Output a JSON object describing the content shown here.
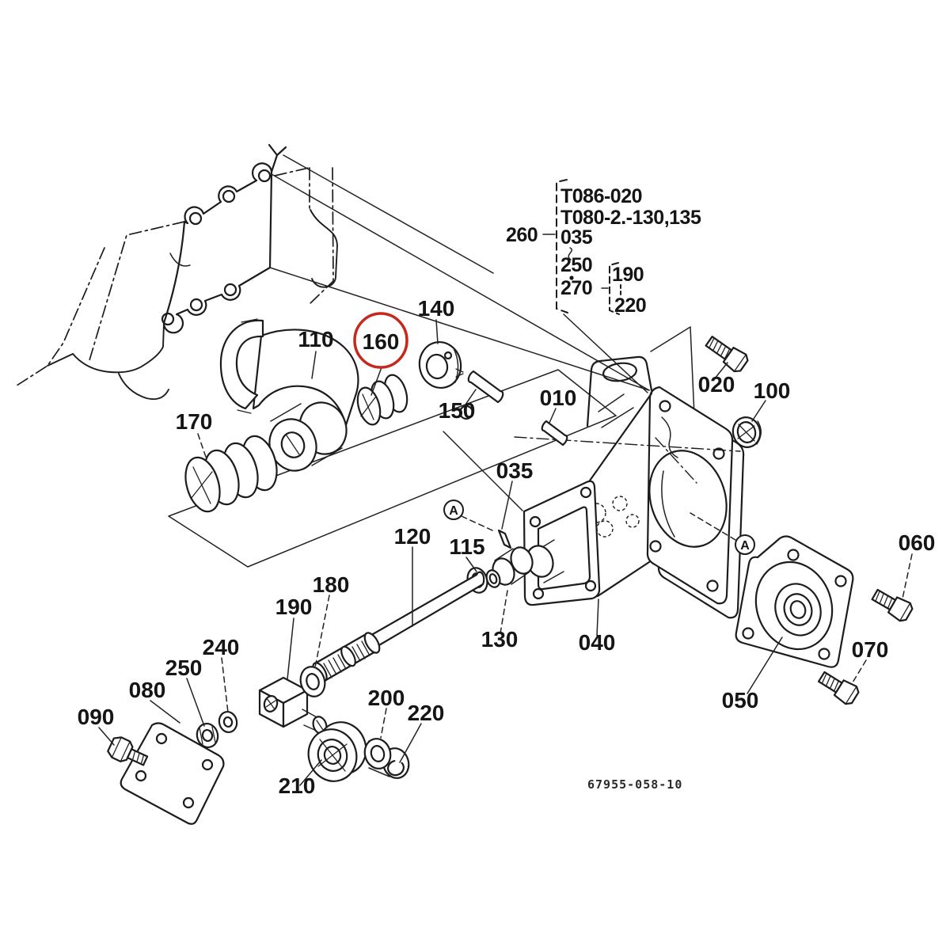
{
  "figure": {
    "kind": "exploded-parts-diagram",
    "background": "#ffffff",
    "line_color": "#1c1c1c",
    "drawing_number": "67955-058-10"
  },
  "highlight": {
    "part_ref": "160",
    "color": "#c5281c"
  },
  "callout": {
    "letter": "A"
  },
  "parts": {
    "010": "010",
    "020": "020",
    "035": "035",
    "040": "040",
    "050": "050",
    "060": "060",
    "070": "070",
    "080": "080",
    "090": "090",
    "100": "100",
    "110": "110",
    "115": "115",
    "120": "120",
    "130": "130",
    "140": "140",
    "150": "150",
    "160": "160",
    "170": "170",
    "180": "180",
    "190": "190",
    "200": "200",
    "210": "210",
    "220": "220",
    "240": "240",
    "250": "250"
  },
  "reference_block": {
    "group": "260",
    "models": [
      "T086-020",
      "T080-2.-130,135"
    ],
    "items": [
      "035",
      "250"
    ],
    "subgroup": "270",
    "subgroup_items": [
      "190",
      "220"
    ]
  }
}
